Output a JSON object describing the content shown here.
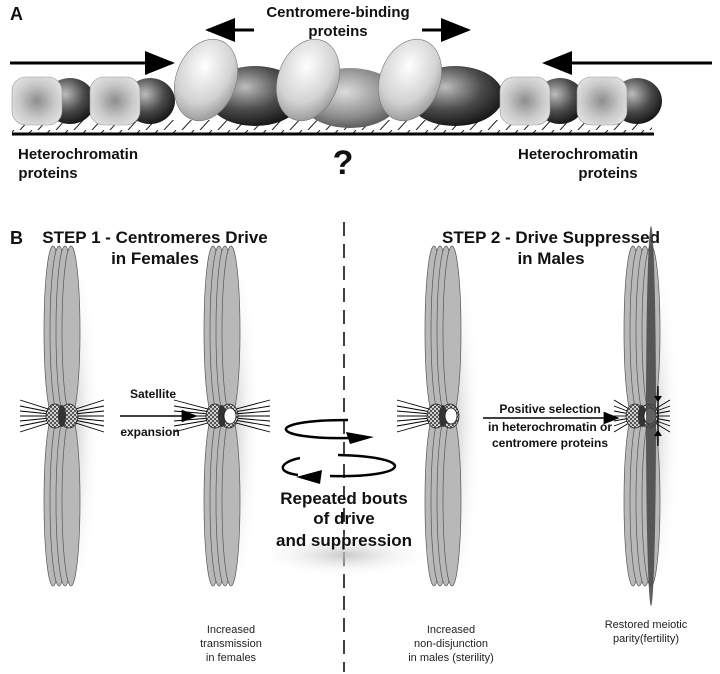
{
  "panel_a": {
    "letter": "A",
    "centromere_label_line1": "Centromere-binding",
    "centromere_label_line2": "proteins",
    "left_label_line1": "Heterochromatin",
    "left_label_line2": "proteins",
    "right_label_line1": "Heterochromatin",
    "right_label_line2": "proteins",
    "question_mark": "?"
  },
  "panel_b": {
    "letter": "B",
    "step1_line1": "STEP 1 - Centromeres Drive",
    "step1_line2": "in Females",
    "step2_line1": "STEP 2 - Drive Suppressed",
    "step2_line2": "in Males",
    "arrow1_line1": "Satellite",
    "arrow1_line2": "expansion",
    "arrow2_line1": "Positive selection",
    "arrow2_line2": "in heterochromatin or",
    "arrow2_line3": "centromere proteins",
    "cycle_line1": "Repeated bouts",
    "cycle_line2": "of drive",
    "cycle_line3": "and suppression",
    "caption2_line1": "Increased",
    "caption2_line2": "transmission",
    "caption2_line3": "in females",
    "caption3_line1": "Increased",
    "caption3_line2": "non-disjunction",
    "caption3_line3": "in males (sterility)",
    "caption4_line1": "Restored meiotic",
    "caption4_line2": "parity(fertility)"
  },
  "colors": {
    "chromatid": "#b8b8b8",
    "dark_protein": "#3a3a3a",
    "light_protein": "#d9d9d9"
  }
}
